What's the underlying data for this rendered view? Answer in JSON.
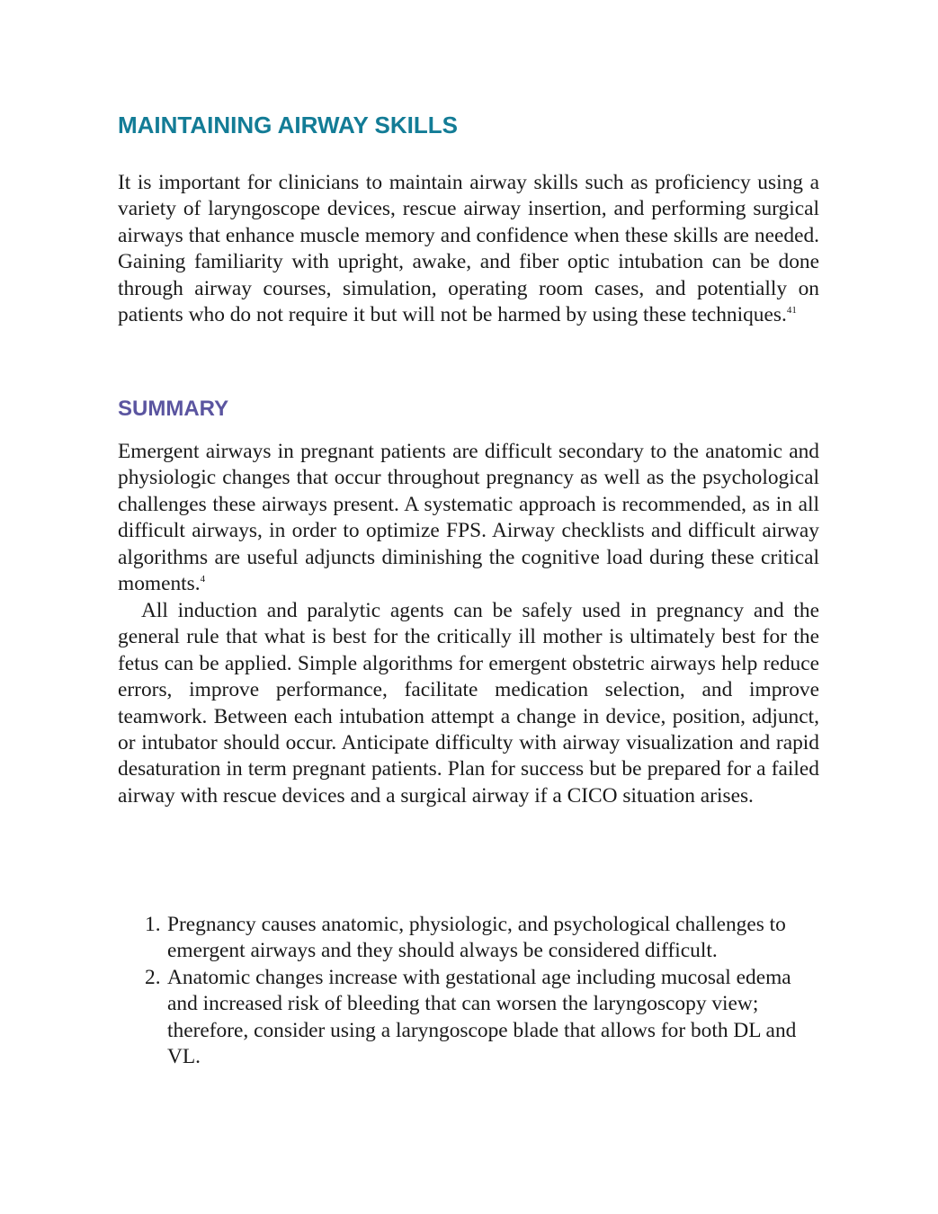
{
  "section_maintaining": {
    "heading": "MAINTAINING AIRWAY SKILLS",
    "paragraph": "It is important for clinicians to maintain airway skills such as proficiency using a variety of laryngoscope devices, rescue airway insertion, and performing surgical airways that enhance muscle memory and confidence when these skills are needed. Gaining familiarity with upright, awake, and fiber optic intubation can be done through airway courses, simulation, operating room cases, and potentially on patients who do not require it but will not be harmed by using these techniques.",
    "paragraph_ref": "41"
  },
  "section_summary": {
    "heading": "SUMMARY",
    "paragraph1": "Emergent airways in pregnant patients are difficult secondary to the anatomic and physiologic changes that occur throughout pregnancy as well as the psychological challenges these airways present. A systematic approach is recommended, as in all difficult airways, in order to optimize FPS. Airway checklists and difficult airway algorithms are useful adjuncts diminishing the cognitive load during these critical moments.",
    "paragraph1_ref": "4",
    "paragraph2": "All induction and paralytic agents can be safely used in pregnancy and the general rule that what is best for the critically ill mother is ultimately best for the fetus can be applied. Simple algorithms for emergent obstetric airways help reduce errors, improve performance, facilitate medication selection, and improve teamwork. Between each intubation attempt a change in device, position, adjunct, or intubator should occur. Anticipate difficulty with airway visualization and rapid desaturation in term pregnant patients. Plan for success but be prepared for a failed airway with rescue devices and a surgical airway if a CICO situation arises."
  },
  "key_points": [
    {
      "number": "1.",
      "text": "Pregnancy causes anatomic, physiologic, and psychological challenges to emergent airways and they should always be considered difficult."
    },
    {
      "number": "2.",
      "text": "Anatomic changes increase with gestational age including mucosal edema and increased risk of bleeding that can worsen the laryngoscopy view; therefore, consider using a laryngoscope blade that allows for both DL and VL."
    }
  ],
  "colors": {
    "heading_primary": "#137c96",
    "heading_secondary": "#5b55a0",
    "body_text": "#1a1a1a"
  }
}
